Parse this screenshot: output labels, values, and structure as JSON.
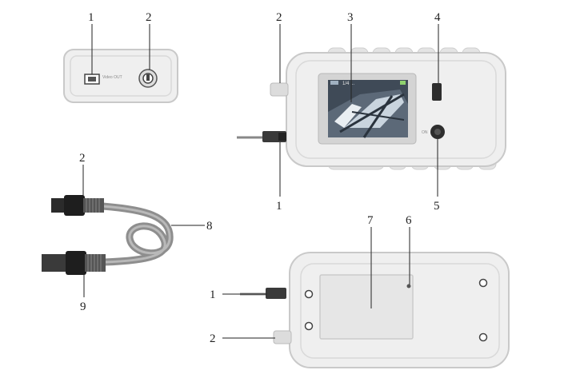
{
  "callouts": {
    "top_view": [
      "1",
      "2"
    ],
    "front_view": [
      "2",
      "3",
      "4",
      "1",
      "5"
    ],
    "cable": [
      "2",
      "8",
      "9"
    ],
    "back_view": [
      "7",
      "6",
      "1",
      "2"
    ]
  },
  "top_view_port_text": "Video OUT",
  "screen_status_text": "1/4 ..."
}
